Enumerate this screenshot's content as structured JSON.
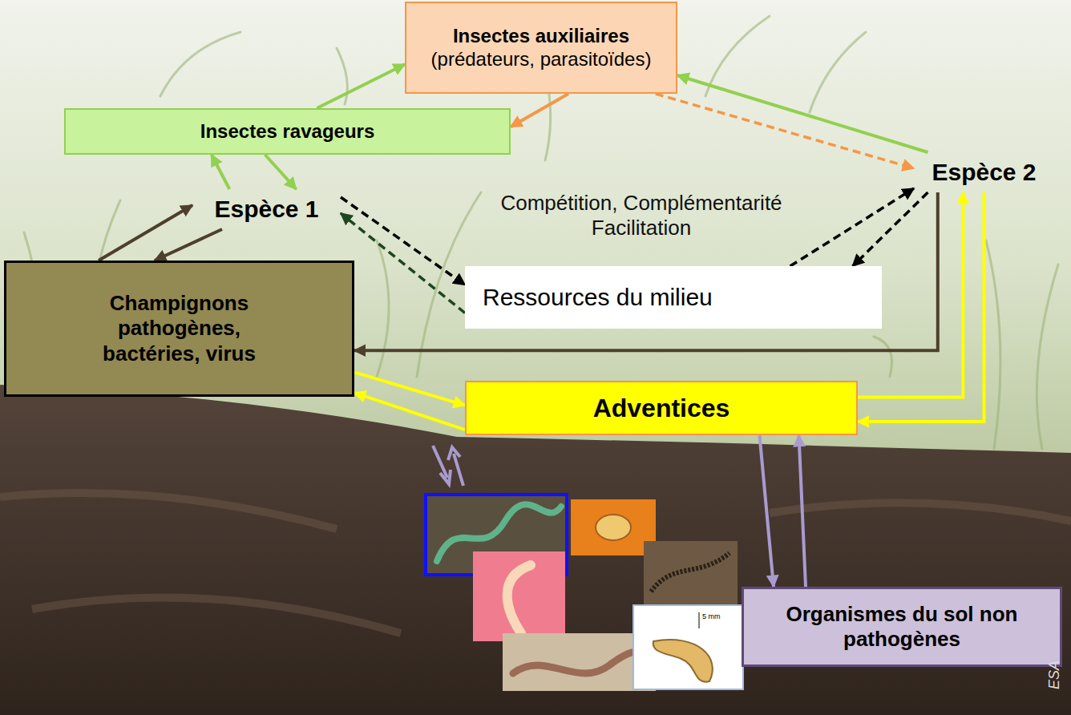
{
  "diagram": {
    "nodes": [
      {
        "text": [
          "Insectes auxiliaires",
          "(prédateurs, parasitoïdes)"
        ]
      },
      {
        "text": [
          "Insectes ravageurs"
        ]
      },
      {
        "text": [
          "Espèce 1"
        ]
      },
      {
        "text": [
          "Espèce 2"
        ]
      },
      {
        "text": [
          "Champignons pathogènes, bactéries, virus"
        ]
      },
      {
        "text": [
          "Ressources du milieu"
        ]
      },
      {
        "text": [
          "Adventices"
        ]
      },
      {
        "text": [
          "Organismes du sol non pathogènes"
        ]
      }
    ],
    "edges": [
      {
        "from": 1,
        "to": 0,
        "arrow": "to"
      },
      {
        "from": 0,
        "to": 1,
        "arrow": "to"
      },
      {
        "from": 0,
        "to": 3,
        "arrow": "to"
      },
      {
        "from": 3,
        "to": 0,
        "arrow": "to"
      },
      {
        "from": 2,
        "to": 1,
        "arrow": "to"
      },
      {
        "from": 1,
        "to": 2,
        "arrow": "to"
      },
      {
        "from": 4,
        "to": 2,
        "arrow": "to"
      },
      {
        "from": 2,
        "to": 4,
        "arrow": "to"
      },
      {
        "from": 3,
        "to": 4,
        "arrow": "to"
      },
      {
        "from": 2,
        "to": 5,
        "arrow": "to"
      },
      {
        "from": 5,
        "to": 2,
        "arrow": "to"
      },
      {
        "from": 5,
        "to": 3,
        "arrow": "to"
      },
      {
        "from": 3,
        "to": 5,
        "arrow": "to"
      },
      {
        "from": 4,
        "to": 6,
        "arrow": "to"
      },
      {
        "from": 6,
        "to": 4,
        "arrow": "to"
      },
      {
        "from": 6,
        "to": 3,
        "arrow": "to"
      },
      {
        "from": 3,
        "to": 6,
        "arrow": "to"
      },
      {
        "from": 6,
        "to": 7,
        "arrow": "to"
      },
      {
        "from": 7,
        "to": 6,
        "arrow": "to"
      }
    ],
    "labels": [
      "Compétition, Complémentarité Facilitation",
      "5 mm",
      "ESA"
    ]
  }
}
